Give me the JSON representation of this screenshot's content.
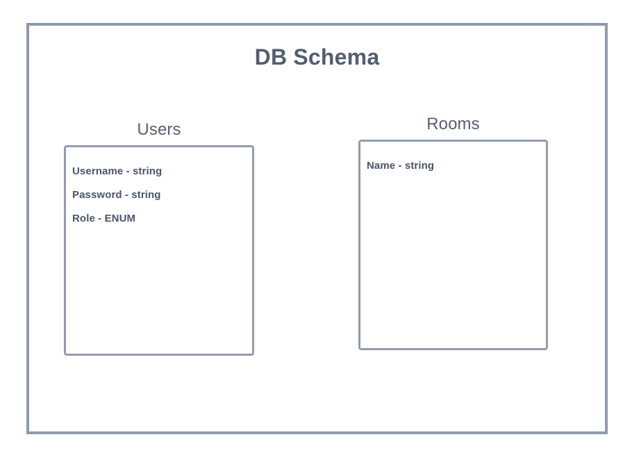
{
  "diagram": {
    "title": "DB Schema",
    "border_color": "#909aac",
    "entity_border_color": "#939bad",
    "title_color": "#545d70",
    "text_color": "#4b546a",
    "background": "#ffffff",
    "entities": [
      {
        "name": "Users",
        "fields": [
          "Username - string",
          "Password - string",
          "Role - ENUM"
        ]
      },
      {
        "name": "Rooms",
        "fields": [
          "Name - string"
        ]
      }
    ]
  }
}
